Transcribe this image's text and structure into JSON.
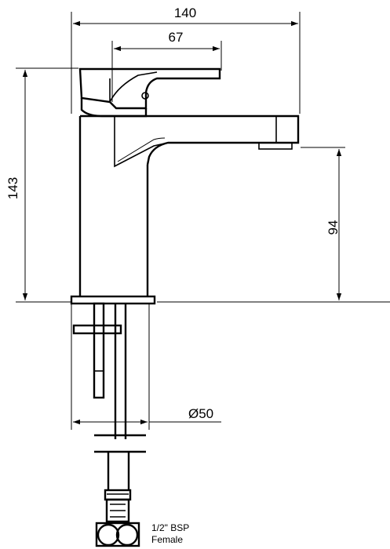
{
  "dimensions": {
    "overall_width": "140",
    "lever_width": "67",
    "overall_height": "143",
    "spout_height": "94",
    "base_diameter": "Ø50"
  },
  "connection": {
    "line1": "1/2\" BSP",
    "line2": "Female"
  }
}
